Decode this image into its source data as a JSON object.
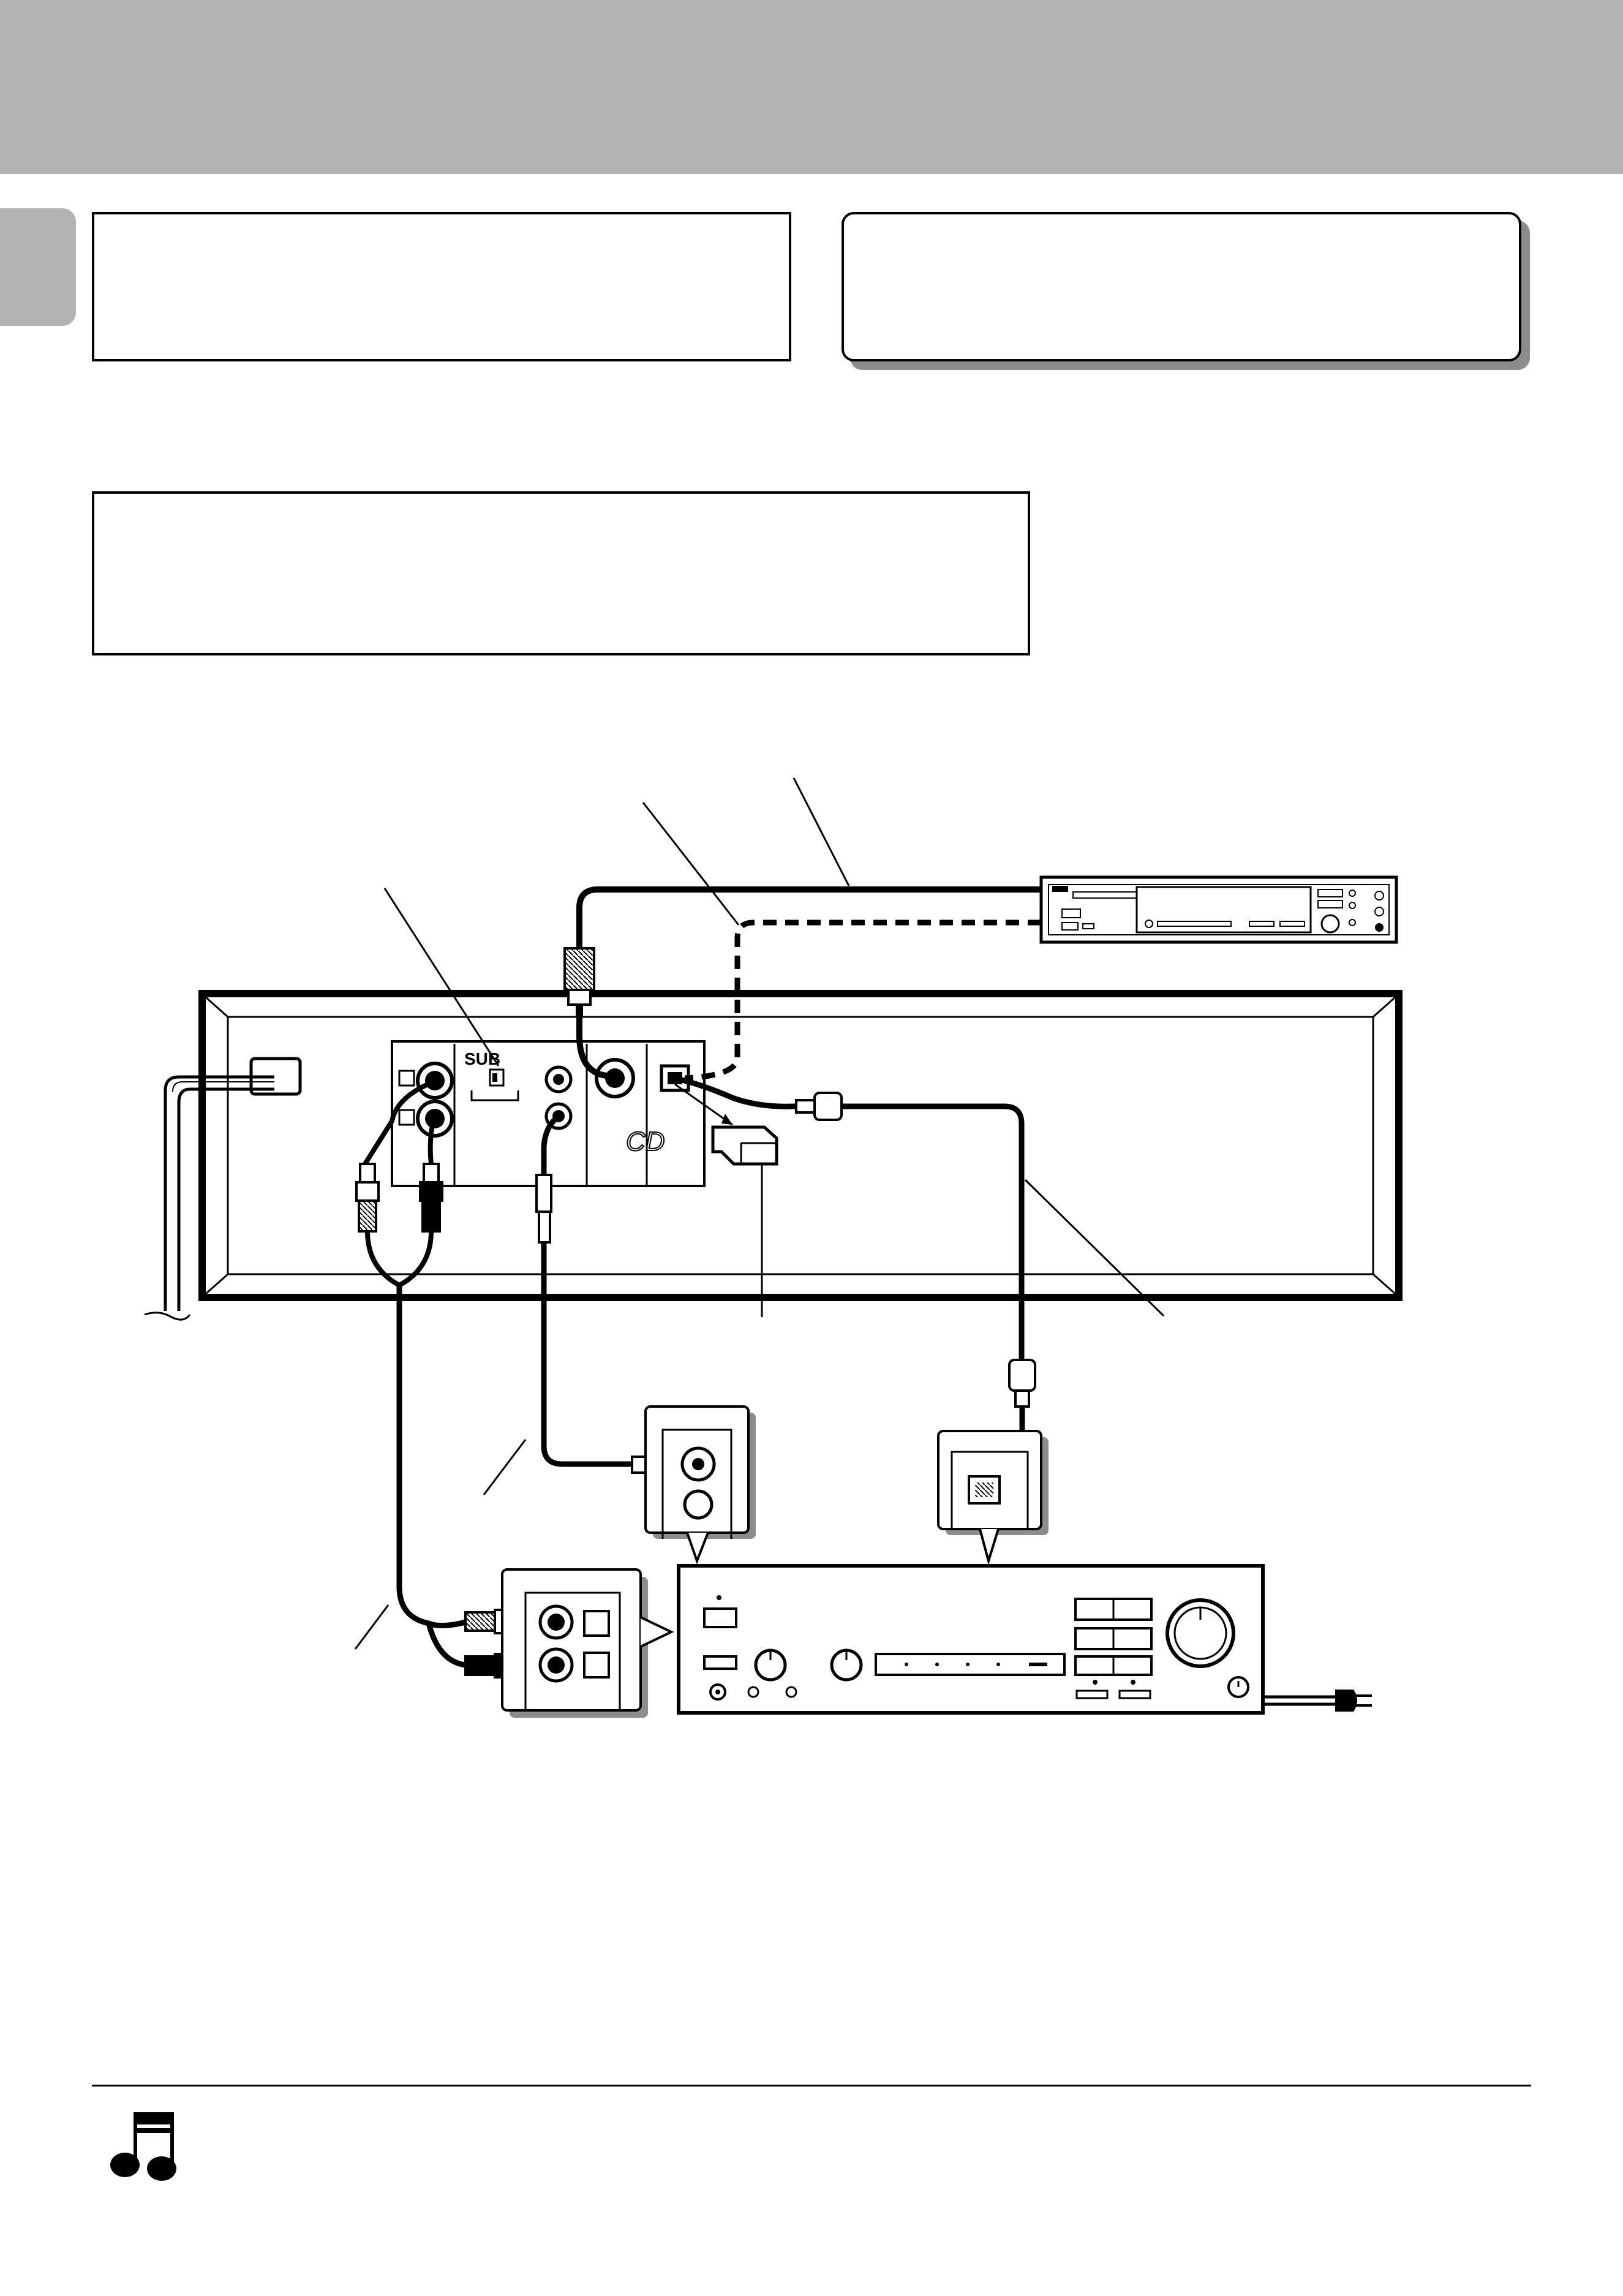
{
  "header": {
    "bar_color": "#b3b3b3"
  },
  "diagram": {
    "panel_labels": {
      "subwoofer_switch": "SUB",
      "brand_logo": "CD"
    },
    "devices": [
      "cd-player-rear-panel",
      "md-recorder",
      "amplifier"
    ],
    "icons": [
      "music-note-icon",
      "power-plug-icon"
    ]
  },
  "colors": {
    "ink": "#000000",
    "shade": "#b3b3b3",
    "shadow": "#8c8c8c"
  }
}
